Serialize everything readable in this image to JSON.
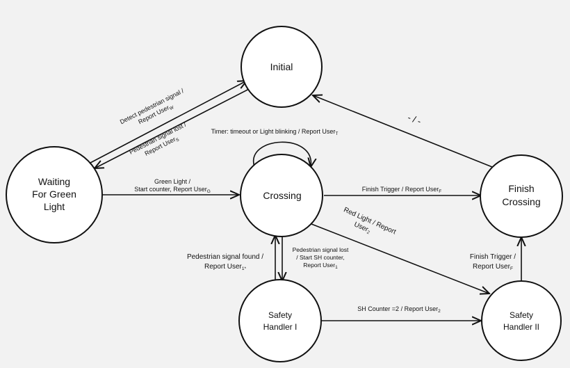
{
  "states": {
    "initial": "Initial",
    "waiting": [
      "Waiting",
      "For Green",
      "Light"
    ],
    "crossing": "Crossing",
    "finish": [
      "Finish",
      "Crossing"
    ],
    "sh1": [
      "Safety",
      "Handler I"
    ],
    "sh2": [
      "Safety",
      "Handler II"
    ]
  },
  "transitions": {
    "detect": {
      "line1": "Detect pedestrian signal /",
      "line2": "Report User",
      "sub": "W"
    },
    "lost": {
      "line1": "Pedestrian signal lost /",
      "line2": "Report User",
      "sub": "S"
    },
    "timer": {
      "text": "Timer: timeout or Light blinking / Report User",
      "sub": "T"
    },
    "green": {
      "line1": "Green Light /",
      "line2": "Start counter, Report User",
      "sub": "G"
    },
    "finish_trigger": {
      "text": "Finish Trigger / Report User",
      "sub": "F"
    },
    "finish_to_initial": "- / -",
    "red": {
      "line1": "Red Light / Report",
      "line2": "User",
      "sub": "2"
    },
    "found": {
      "line1": "Pedestrian signal found /",
      "line2": "Report User",
      "sub": "1*"
    },
    "lost_sh": {
      "line1": "Pedestrian signal lost",
      "line2": "/ Start SH counter,",
      "line3": "Report User",
      "sub": "1"
    },
    "sh_counter": {
      "text": "SH Counter =2 / Report User",
      "sub": "2"
    },
    "finish_sh2": {
      "line1": "Finish Trigger /",
      "line2": "Report User",
      "sub": "F"
    }
  }
}
